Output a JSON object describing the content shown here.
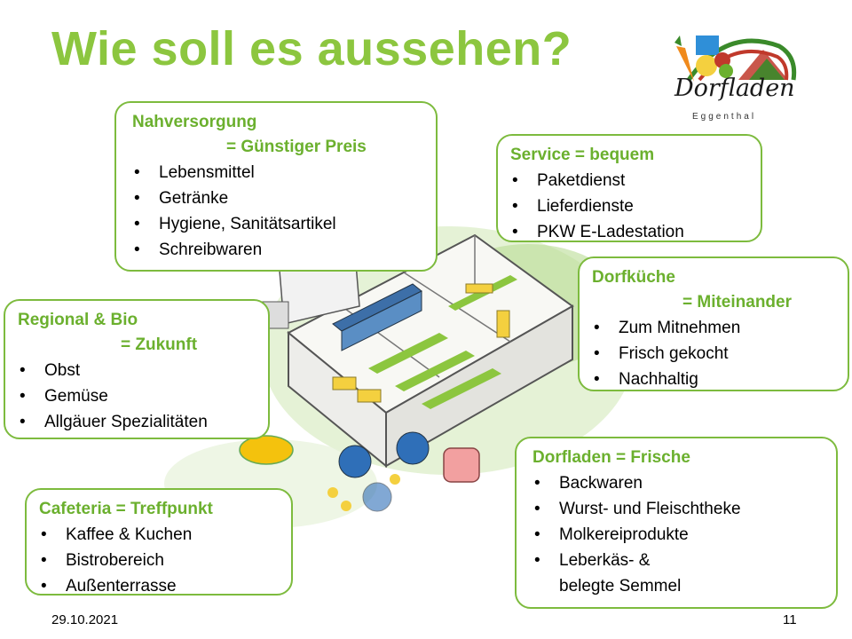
{
  "slide": {
    "title": "Wie soll es aussehen?",
    "date": "29.10.2021",
    "page": "11"
  },
  "logo": {
    "name": "Dorfladen",
    "subtitle": "Eggenthal",
    "colors": {
      "green": "#3a8a2a",
      "red": "#c0392b",
      "blue": "#2f8fd8",
      "orange": "#f08a1c",
      "yellow": "#f4d03f"
    }
  },
  "accent_color": "#8cc63f",
  "boxes": {
    "nahversorgung": {
      "title": "Nahversorgung",
      "subtitle": "= Günstiger Preis",
      "items": [
        "Lebensmittel",
        "Getränke",
        "Hygiene, Sanitätsartikel",
        "Schreibwaren"
      ]
    },
    "service": {
      "title": "Service = bequem",
      "items": [
        "Paketdienst",
        "Lieferdienste",
        "PKW E-Ladestation"
      ]
    },
    "dorfkueche": {
      "title": "Dorfküche",
      "subtitle": "= Miteinander",
      "items": [
        "Zum Mitnehmen",
        "Frisch gekocht",
        "Nachhaltig"
      ]
    },
    "regional": {
      "title": "Regional & Bio",
      "subtitle": "= Zukunft",
      "items": [
        "Obst",
        "Gemüse",
        "Allgäuer Spezialitäten"
      ]
    },
    "cafeteria": {
      "title": "Cafeteria = Treffpunkt",
      "items": [
        "Kaffee & Kuchen",
        "Bistrobereich",
        "Außenterrasse"
      ]
    },
    "frische": {
      "title": "Dorfladen = Frische",
      "items": [
        "Backwaren",
        "Wurst- und Fleischtheke",
        "Molkereiprodukte",
        "Leberkäs- &",
        "belegte Semmel"
      ]
    }
  }
}
